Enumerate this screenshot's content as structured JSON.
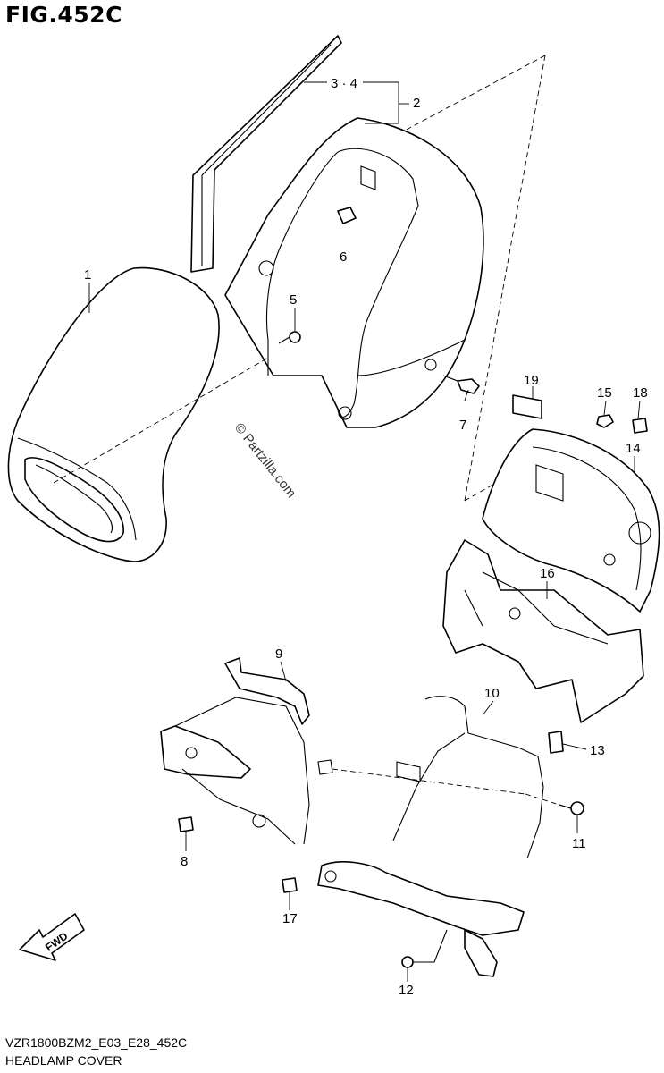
{
  "figure": {
    "title": "FIG.452C",
    "model_code": "VZR1800BZM2_E03_E28_452C",
    "section_name": "HEADLAMP COVER"
  },
  "watermark": "© Partzilla.com",
  "direction_badge": "FWD",
  "callouts": [
    {
      "id": "c1",
      "label": "1"
    },
    {
      "id": "c2",
      "label": "2"
    },
    {
      "id": "c34",
      "label": "3 · 4"
    },
    {
      "id": "c5",
      "label": "5"
    },
    {
      "id": "c6",
      "label": "6"
    },
    {
      "id": "c7",
      "label": "7"
    },
    {
      "id": "c8",
      "label": "8"
    },
    {
      "id": "c9",
      "label": "9"
    },
    {
      "id": "c10",
      "label": "10"
    },
    {
      "id": "c11",
      "label": "11"
    },
    {
      "id": "c12",
      "label": "12"
    },
    {
      "id": "c13",
      "label": "13"
    },
    {
      "id": "c14",
      "label": "14"
    },
    {
      "id": "c15",
      "label": "15"
    },
    {
      "id": "c16",
      "label": "16"
    },
    {
      "id": "c17",
      "label": "17"
    },
    {
      "id": "c18",
      "label": "18"
    },
    {
      "id": "c19",
      "label": "19"
    }
  ]
}
